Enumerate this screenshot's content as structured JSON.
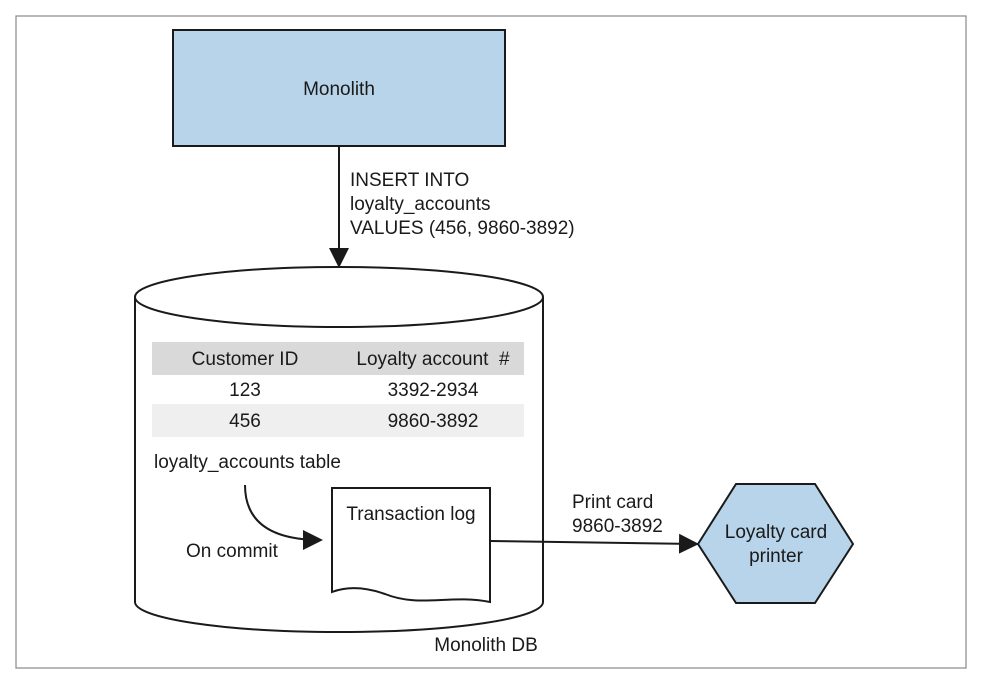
{
  "colors": {
    "box_fill": "#b7d4ea",
    "stroke": "#1a1a1a",
    "table_header_bg": "#d9d9d9",
    "table_alt_row_bg": "#efefef",
    "frame": "#888888"
  },
  "monolith": {
    "label": "Monolith"
  },
  "insert_statement": {
    "line1": "INSERT INTO",
    "line2": "loyalty_accounts",
    "line3": "VALUES (456, 9860-3892)"
  },
  "database": {
    "label": "Monolith DB"
  },
  "table": {
    "caption": "loyalty_accounts table",
    "headers": [
      "Customer ID",
      "Loyalty account  #"
    ],
    "rows": [
      [
        "123",
        "3392-2934"
      ],
      [
        "456",
        "9860-3892"
      ]
    ]
  },
  "commit_label": "On commit",
  "transaction_log": {
    "label": "Transaction log"
  },
  "print_edge": {
    "line1": "Print card",
    "line2": "9860-3892"
  },
  "printer": {
    "line1": "Loyalty card",
    "line2": "printer"
  }
}
